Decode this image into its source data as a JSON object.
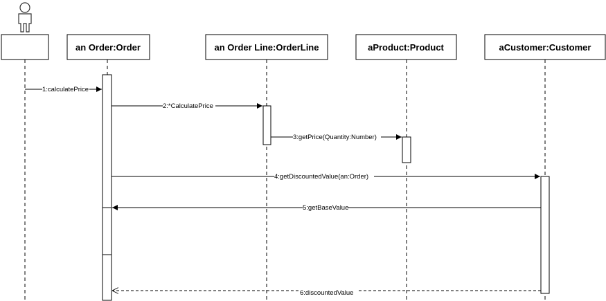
{
  "participants": [
    {
      "id": "actor",
      "label": "",
      "actor": true
    },
    {
      "id": "order",
      "label": "an Order:Order"
    },
    {
      "id": "orderline",
      "label": "an Order Line:OrderLine"
    },
    {
      "id": "product",
      "label": "aProduct:Product"
    },
    {
      "id": "customer",
      "label": "aCustomer:Customer"
    }
  ],
  "messages": [
    {
      "n": 1,
      "label": "1:calculatePrice",
      "from": "actor",
      "to": "order",
      "type": "sync"
    },
    {
      "n": 2,
      "label": "2:*CalculatePrice",
      "from": "order",
      "to": "orderline",
      "type": "sync"
    },
    {
      "n": 3,
      "label": "3:getPrice(Quantity:Number)",
      "from": "orderline",
      "to": "product",
      "type": "sync"
    },
    {
      "n": 4,
      "label": "4:getDiscountedValue(an:Order)",
      "from": "order",
      "to": "customer",
      "type": "sync"
    },
    {
      "n": 5,
      "label": "5:getBaseValue",
      "from": "customer",
      "to": "order",
      "type": "sync"
    },
    {
      "n": 6,
      "label": "6:discountedValue",
      "from": "customer",
      "to": "order",
      "type": "return"
    }
  ],
  "colors": {
    "line": "#000000",
    "box_fill": "#ffffff",
    "actor_stroke": "#333333"
  }
}
